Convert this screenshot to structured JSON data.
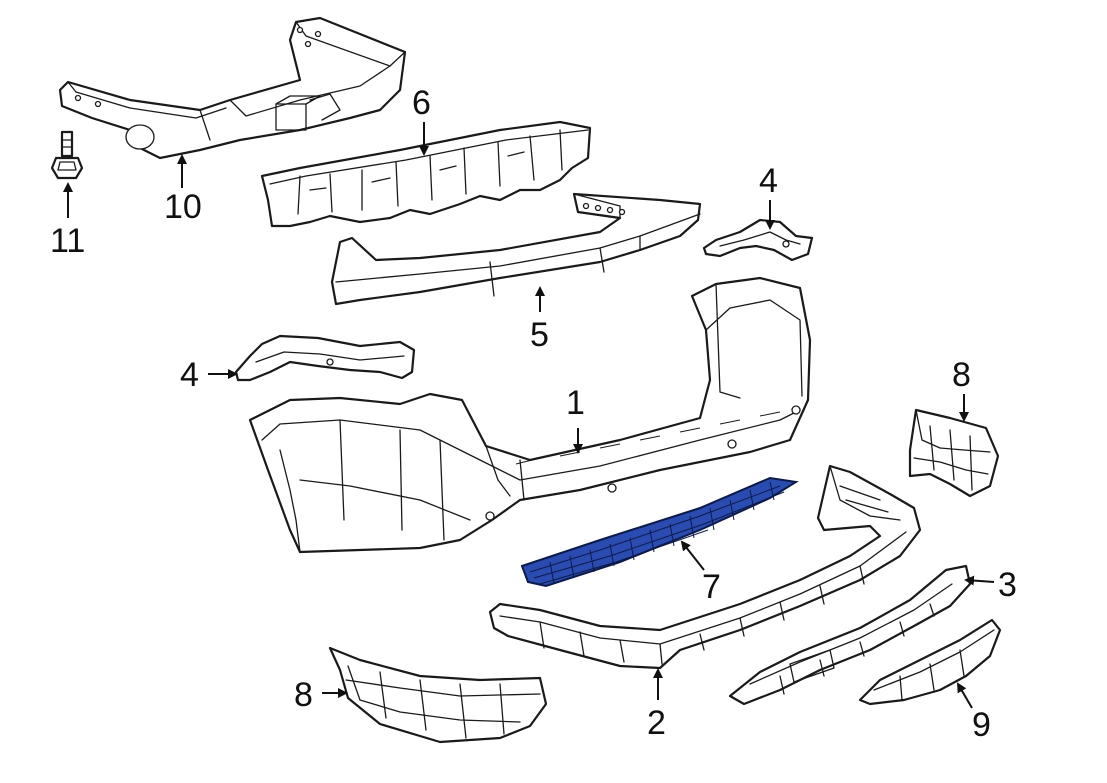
{
  "diagram": {
    "highlight_color": "#2a4bb0",
    "callouts": [
      {
        "id": "1",
        "text": "1"
      },
      {
        "id": "2",
        "text": "2"
      },
      {
        "id": "3",
        "text": "3"
      },
      {
        "id": "4a",
        "text": "4"
      },
      {
        "id": "4b",
        "text": "4"
      },
      {
        "id": "5",
        "text": "5"
      },
      {
        "id": "6",
        "text": "6"
      },
      {
        "id": "7",
        "text": "7"
      },
      {
        "id": "8a",
        "text": "8"
      },
      {
        "id": "8b",
        "text": "8"
      },
      {
        "id": "9",
        "text": "9"
      },
      {
        "id": "10",
        "text": "10"
      },
      {
        "id": "11",
        "text": "11"
      }
    ]
  }
}
